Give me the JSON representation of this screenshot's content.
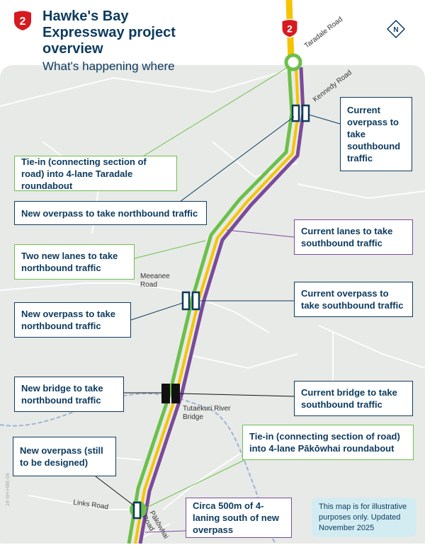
{
  "header": {
    "shield_number": "2",
    "title": "Hawke's Bay Expressway project overview",
    "subtitle": "What's happening where"
  },
  "compass": {
    "label": "N"
  },
  "route_shield": "2",
  "roads": {
    "taradale": "Taradale Road",
    "kennedy": "Kennedy Road",
    "meeanee": "Meeanee Road",
    "bridge": "Tutaekuri River Bridge",
    "links": "Links Road",
    "pakowhai": "Pākōwhai Road"
  },
  "callouts": {
    "tiein_taradale": "Tie-in (connecting section of road) into 4-lane Taradale roundabout",
    "new_overpass_north_1": "New overpass to take northbound traffic",
    "current_overpass_south_1": "Current overpass to take southbound traffic",
    "current_lanes_south": "Current lanes to take southbound traffic",
    "two_new_lanes": "Two new lanes to take northbound traffic",
    "current_overpass_south_2": "Current overpass to take southbound traffic",
    "new_overpass_north_2": "New overpass to take northbound traffic",
    "new_bridge": "New bridge to take northbound traffic",
    "current_bridge": "Current bridge to take southbound traffic",
    "tiein_pakowhai": "Tie-in (connecting section of road) into 4-lane Pākōwhai roundabout",
    "new_overpass_tbd": "New overpass (still to be designed)",
    "circa_500m": "Circa 500m of 4-laning south of new overpass"
  },
  "note": "This map is for illustrative purposes only. Updated November 2025",
  "map_code": "24-SH-HBE-04",
  "colors": {
    "navy": "#0c3a5e",
    "green": "#6cc04a",
    "purple": "#7b4a9a",
    "yellow": "#f5c400",
    "red": "#d71920",
    "map_bg": "#e8eae7"
  }
}
